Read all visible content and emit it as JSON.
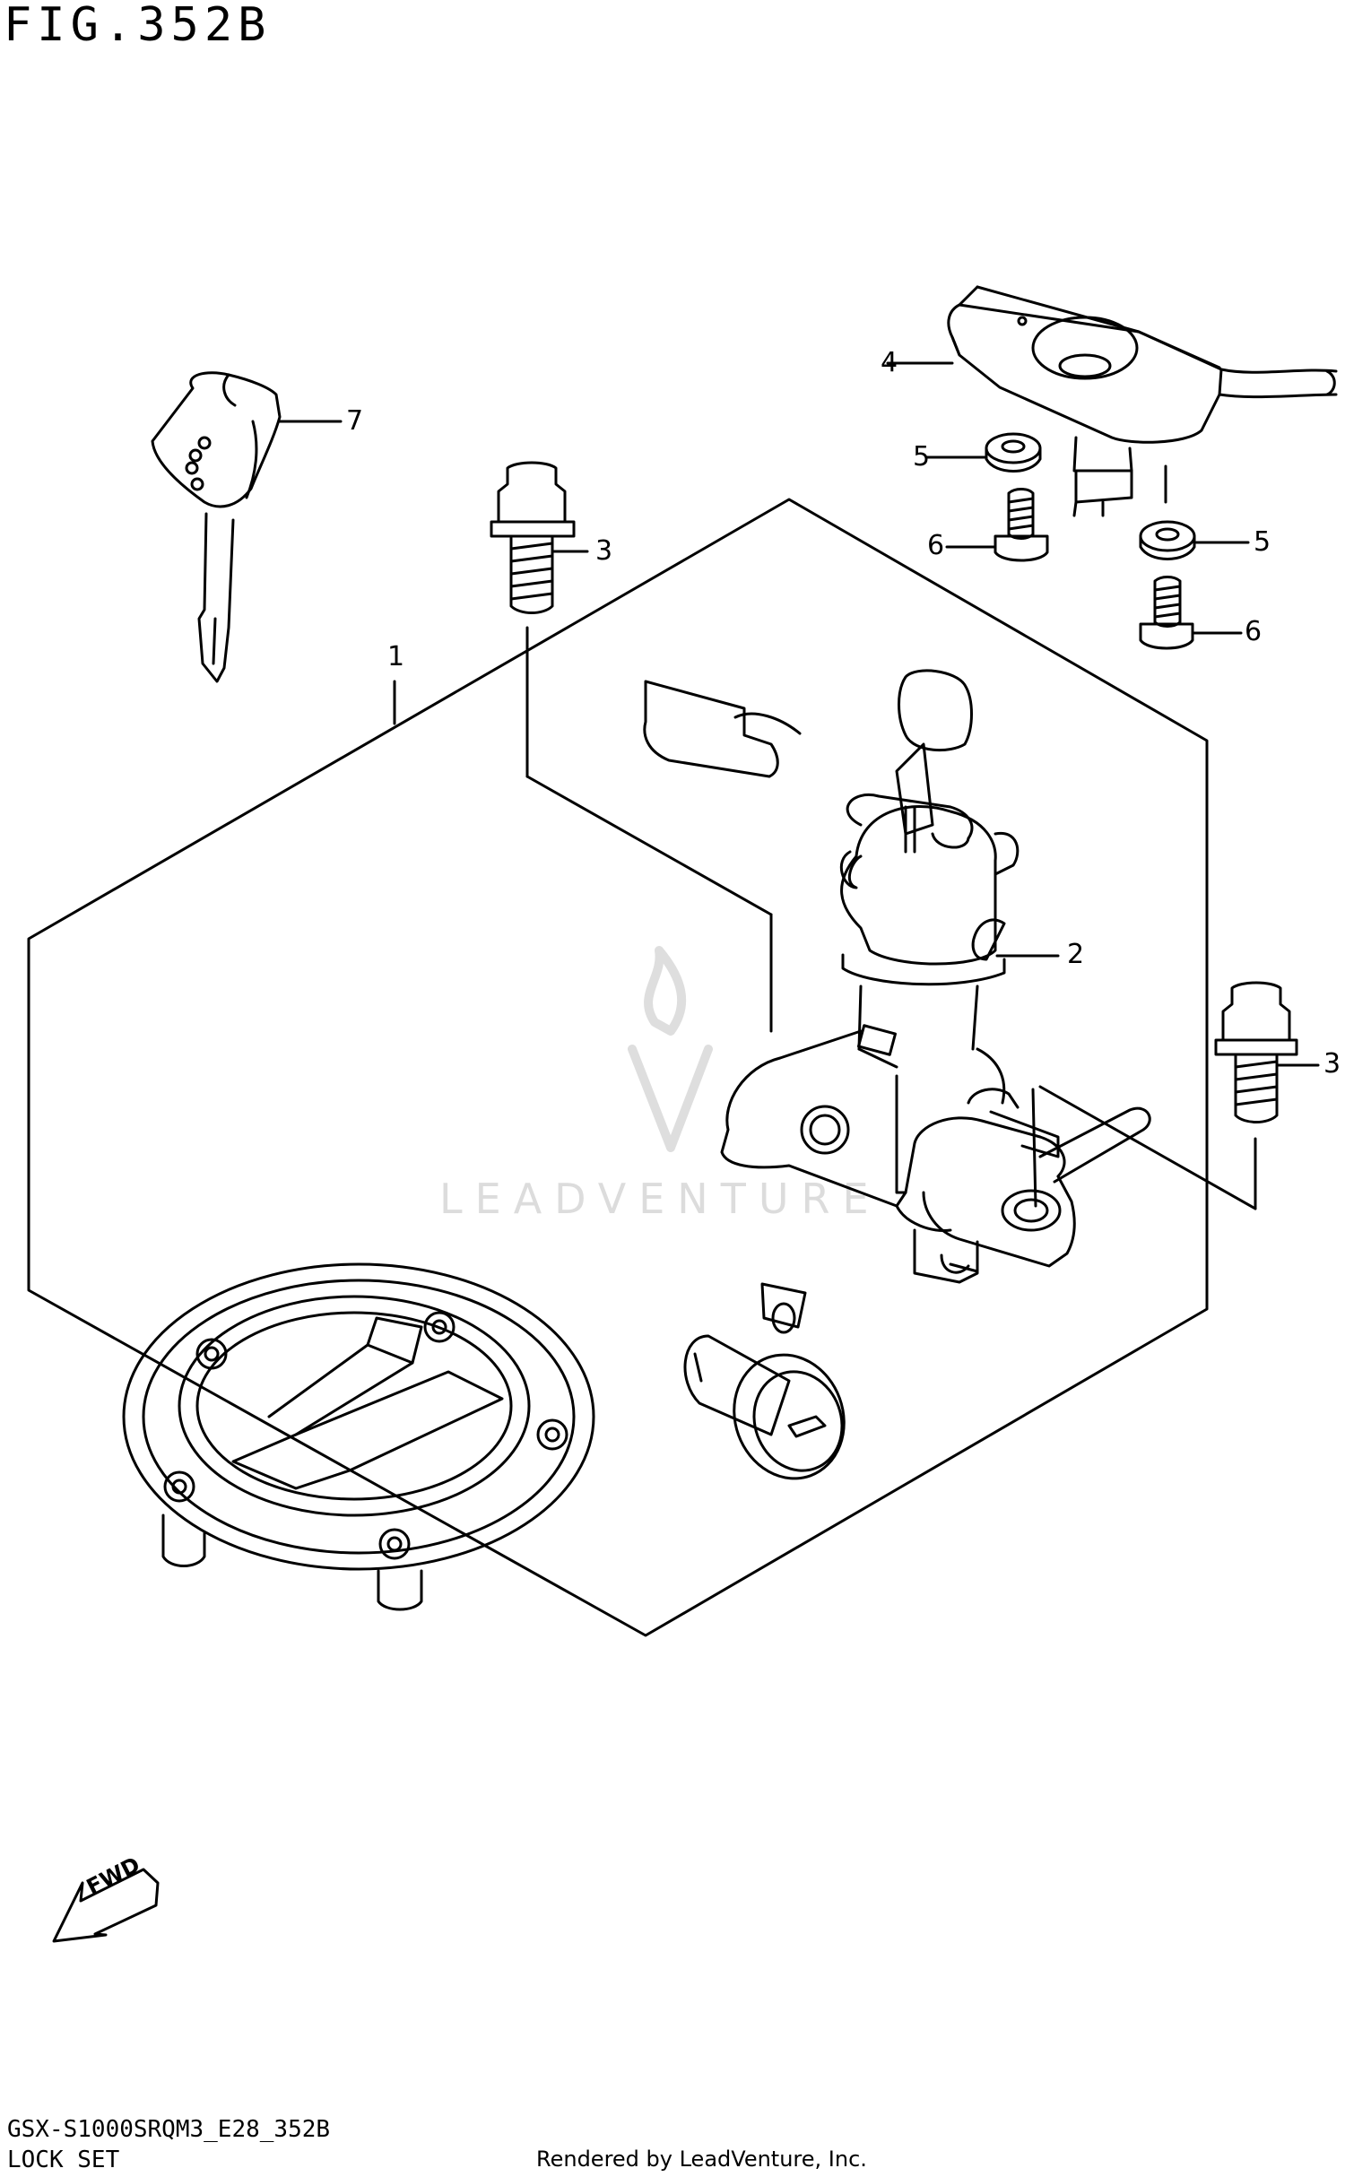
{
  "header": {
    "figure": "FIG.352B"
  },
  "callouts": [
    {
      "id": "1",
      "text": "1"
    },
    {
      "id": "2",
      "text": "2"
    },
    {
      "id": "3a",
      "text": "3"
    },
    {
      "id": "3b",
      "text": "3"
    },
    {
      "id": "4",
      "text": "4"
    },
    {
      "id": "5a",
      "text": "5"
    },
    {
      "id": "5b",
      "text": "5"
    },
    {
      "id": "6a",
      "text": "6"
    },
    {
      "id": "6b",
      "text": "6"
    },
    {
      "id": "7",
      "text": "7"
    }
  ],
  "fwd_label": "FWD",
  "watermark": "LEADVENTURE",
  "footer": {
    "code": "GSX-S1000SRQM3_E28_352B",
    "name": "LOCK SET",
    "credit": "Rendered by LeadVenture, Inc."
  }
}
